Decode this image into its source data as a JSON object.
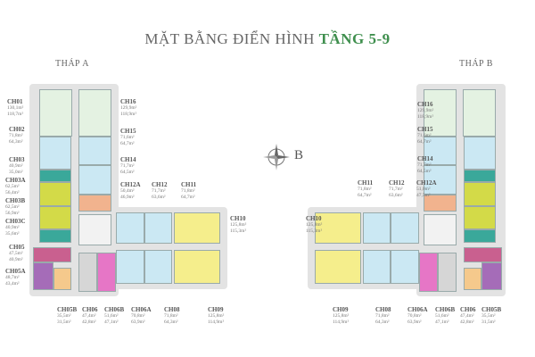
{
  "title": {
    "main": "MẶT BẰNG ĐIỂN HÌNH",
    "highlight": "TẦNG 5-9"
  },
  "compass_label": "B",
  "towers": [
    {
      "name": "THÁP A",
      "units": [
        {
          "id": "CH01",
          "a": [
            "130,1m²",
            "118,7m²"
          ]
        },
        {
          "id": "CH02",
          "a": [
            "71,8m²",
            "64,3m²"
          ]
        },
        {
          "id": "CH03",
          "a": [
            "40,9m²",
            "35,0m²"
          ]
        },
        {
          "id": "CH03A",
          "a": [
            "62,5m²",
            "56,4m²"
          ]
        },
        {
          "id": "CH03B",
          "a": [
            "62,5m²",
            "56,9m²"
          ]
        },
        {
          "id": "CH03C",
          "a": [
            "40,9m²",
            "35,6m²"
          ]
        },
        {
          "id": "CH05",
          "a": [
            "47,5m²",
            "40,9m²"
          ]
        },
        {
          "id": "CH05A",
          "a": [
            "48,7m²",
            "43,4m²"
          ]
        },
        {
          "id": "CH16",
          "a": [
            "129,9m²",
            "118,9m²"
          ]
        },
        {
          "id": "CH15",
          "a": [
            "71,6m²",
            "64,7m²"
          ]
        },
        {
          "id": "CH14",
          "a": [
            "71,7m²",
            "64,5m²"
          ]
        },
        {
          "id": "CH12A",
          "a": [
            "50,4m²",
            "46,9m²"
          ]
        },
        {
          "id": "CH12",
          "a": [
            "71,7m²",
            "63,6m²"
          ]
        },
        {
          "id": "CH11",
          "a": [
            "71,8m²",
            "64,7m²"
          ]
        },
        {
          "id": "CH10",
          "a": [
            "125,8m²",
            "115,3m²"
          ]
        },
        {
          "id": "CH05B",
          "a": [
            "35,5m²",
            "31,5m²"
          ]
        },
        {
          "id": "CH06",
          "a": [
            "47,4m²",
            "42,8m²"
          ]
        },
        {
          "id": "CH06B",
          "a": [
            "51,6m²",
            "47,1m²"
          ]
        },
        {
          "id": "CH06A",
          "a": [
            "70,8m²",
            "63,9m²"
          ]
        },
        {
          "id": "CH08",
          "a": [
            "71,8m²",
            "64,3m²"
          ]
        },
        {
          "id": "CH09",
          "a": [
            "125,8m²",
            "114,9m²"
          ]
        }
      ]
    },
    {
      "name": "THÁP B",
      "units": [
        {
          "id": "CH16",
          "a": [
            "129,9m²",
            "118,9m²"
          ]
        },
        {
          "id": "CH15",
          "a": [
            "71,6m²",
            "64,7m²"
          ]
        },
        {
          "id": "CH14",
          "a": [
            "71,7m²",
            "64,5m²"
          ]
        },
        {
          "id": "CH12A",
          "a": [
            "51,0m²",
            "47,5m²"
          ]
        },
        {
          "id": "CH12",
          "a": [
            "71,7m²",
            "63,6m²"
          ]
        },
        {
          "id": "CH11",
          "a": [
            "71,8m²",
            "64,7m²"
          ]
        },
        {
          "id": "CH10",
          "a": [
            "125,8m²",
            "115,3m²"
          ]
        },
        {
          "id": "CH09",
          "a": [
            "125,8m²",
            "114,9m²"
          ]
        },
        {
          "id": "CH08",
          "a": [
            "71,8m²",
            "64,3m²"
          ]
        },
        {
          "id": "CH06A",
          "a": [
            "70,8m²",
            "63,9m²"
          ]
        },
        {
          "id": "CH06B",
          "a": [
            "51,6m²",
            "47,1m²"
          ]
        },
        {
          "id": "CH06",
          "a": [
            "47,4m²",
            "42,8m²"
          ]
        },
        {
          "id": "CH05B",
          "a": [
            "35,5m²",
            "31,5m²"
          ]
        }
      ]
    }
  ],
  "colors": {
    "mint": "#e4f2e2",
    "blue": "#cbe8f3",
    "teal": "#3aa89a",
    "lime": "#d3da48",
    "yellow": "#f5ee8c",
    "pink": "#c9608f",
    "purple": "#a56cb8",
    "orange": "#f5c98c",
    "salmon": "#f1b38e",
    "magenta": "#e676c6",
    "gray": "#d6d6d6",
    "title_green": "#3f8f4e"
  }
}
